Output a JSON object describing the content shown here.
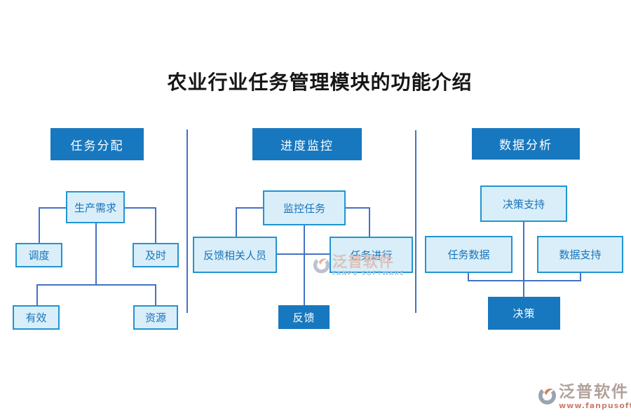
{
  "page_title": "农业行业任务管理模块的功能介绍",
  "columns": [
    {
      "header": "任务分配",
      "nodes": {
        "root": "生产需求",
        "left": "调度",
        "right": "及时",
        "bottom_left": "有效",
        "bottom_right": "资源"
      }
    },
    {
      "header": "进度监控",
      "nodes": {
        "root": "监控任务",
        "left": "反馈相关人员",
        "right": "任务进行",
        "result": "反馈"
      }
    },
    {
      "header": "数据分析",
      "nodes": {
        "root": "决策支持",
        "left": "任务数据",
        "right": "数据支持",
        "result": "决策"
      }
    }
  ],
  "watermarks": {
    "center": {
      "brand": "泛普软件",
      "subtitle": "FANPU SOFTWARE"
    },
    "bottom": {
      "brand": "泛普软件",
      "url": "www.fanpusoft.com"
    }
  },
  "icons": {
    "logo": "fanpu-logo-icon"
  },
  "colors": {
    "header_bg": "#1778bf",
    "node_fill": "#d9eef9",
    "node_border": "#2095d2",
    "node_text": "#1a74ba",
    "connector": "#4472c4",
    "solid_bg": "#1778bf",
    "title_text": "#151515"
  }
}
